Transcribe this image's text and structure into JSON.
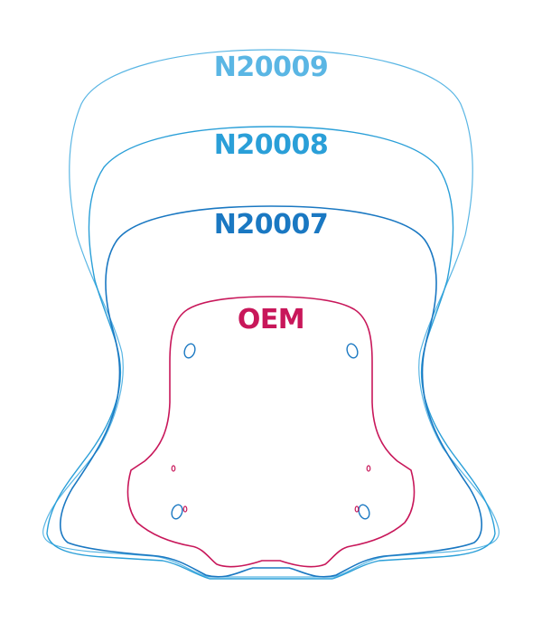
{
  "colors": {
    "n20009": "#5ab6e4",
    "n20008": "#2a9fd8",
    "n20007": "#1a78c2",
    "oem": "#c8175a"
  },
  "outlines": [
    {
      "id": "n20009",
      "label": "N20009"
    },
    {
      "id": "n20008",
      "label": "N20008"
    },
    {
      "id": "n20007",
      "label": "N20007"
    },
    {
      "id": "oem",
      "label": "OEM"
    }
  ]
}
